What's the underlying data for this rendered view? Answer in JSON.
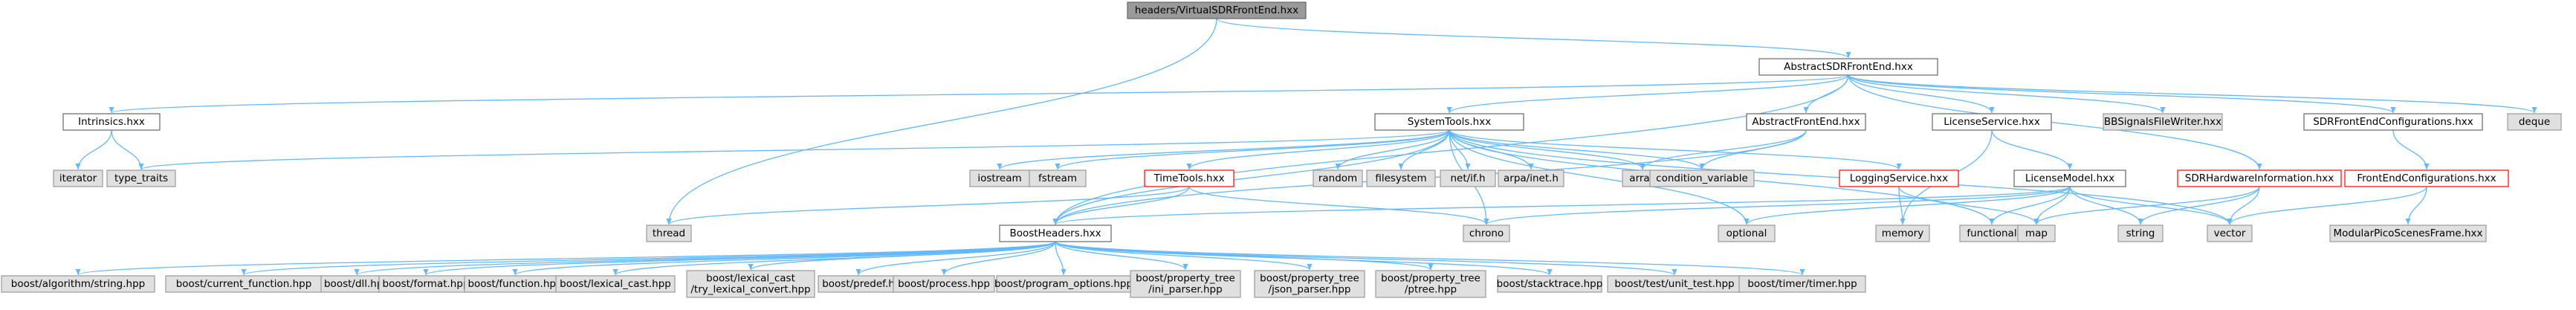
{
  "colors": {
    "root_fill": "#9a9a9a",
    "root_border": "#666666",
    "header_fill": "#ffffff",
    "header_border": "#666666",
    "system_fill": "#e0e0e0",
    "system_border": "#999999",
    "truncated_fill": "#ffffff",
    "truncated_border": "#ff0000",
    "edge": "#63b8ff"
  },
  "nodes": [
    {
      "id": "root",
      "label": "headers/VirtualSDRFrontEnd.hxx",
      "kind": "root"
    },
    {
      "id": "abstract_sdr",
      "label": "AbstractSDRFrontEnd.hxx",
      "kind": "header"
    },
    {
      "id": "intrinsics",
      "label": "Intrinsics.hxx",
      "kind": "header"
    },
    {
      "id": "systemtools",
      "label": "SystemTools.hxx",
      "kind": "header"
    },
    {
      "id": "abstract_fe",
      "label": "AbstractFrontEnd.hxx",
      "kind": "header"
    },
    {
      "id": "licenseservice",
      "label": "LicenseService.hxx",
      "kind": "header"
    },
    {
      "id": "bbsignals",
      "label": "BBSignalsFileWriter.hxx",
      "kind": "system"
    },
    {
      "id": "sdrfeconf",
      "label": "SDRFrontEndConfigurations.hxx",
      "kind": "header"
    },
    {
      "id": "deque",
      "label": "deque",
      "kind": "system"
    },
    {
      "id": "iterator",
      "label": "iterator",
      "kind": "system"
    },
    {
      "id": "type_traits",
      "label": "type_traits",
      "kind": "system"
    },
    {
      "id": "iostream",
      "label": "iostream",
      "kind": "system"
    },
    {
      "id": "fstream",
      "label": "fstream",
      "kind": "system"
    },
    {
      "id": "timetools",
      "label": "TimeTools.hxx",
      "kind": "truncated"
    },
    {
      "id": "random",
      "label": "random",
      "kind": "system"
    },
    {
      "id": "filesystem",
      "label": "filesystem",
      "kind": "system"
    },
    {
      "id": "netif",
      "label": "net/if.h",
      "kind": "system"
    },
    {
      "id": "arpainet",
      "label": "arpa/inet.h",
      "kind": "system"
    },
    {
      "id": "array",
      "label": "array",
      "kind": "system"
    },
    {
      "id": "condvar",
      "label": "condition_variable",
      "kind": "system"
    },
    {
      "id": "loggingservice",
      "label": "LoggingService.hxx",
      "kind": "truncated"
    },
    {
      "id": "licensemodel",
      "label": "LicenseModel.hxx",
      "kind": "header"
    },
    {
      "id": "sdrhwinfo",
      "label": "SDRHardwareInformation.hxx",
      "kind": "truncated"
    },
    {
      "id": "feconf",
      "label": "FrontEndConfigurations.hxx",
      "kind": "truncated"
    },
    {
      "id": "thread",
      "label": "thread",
      "kind": "system"
    },
    {
      "id": "boostheaders",
      "label": "BoostHeaders.hxx",
      "kind": "header"
    },
    {
      "id": "chrono",
      "label": "chrono",
      "kind": "system"
    },
    {
      "id": "optional",
      "label": "optional",
      "kind": "system"
    },
    {
      "id": "memory",
      "label": "memory",
      "kind": "system"
    },
    {
      "id": "functional",
      "label": "functional",
      "kind": "system"
    },
    {
      "id": "map",
      "label": "map",
      "kind": "system"
    },
    {
      "id": "string",
      "label": "string",
      "kind": "system"
    },
    {
      "id": "vector",
      "label": "vector",
      "kind": "system"
    },
    {
      "id": "modpico",
      "label": "ModularPicoScenesFrame.hxx",
      "kind": "system"
    },
    {
      "id": "b_algo",
      "label": "boost/algorithm/string.hpp",
      "kind": "system"
    },
    {
      "id": "b_curfn",
      "label": "boost/current_function.hpp",
      "kind": "system"
    },
    {
      "id": "b_dll",
      "label": "boost/dll.hpp",
      "kind": "system"
    },
    {
      "id": "b_format",
      "label": "boost/format.hpp",
      "kind": "system"
    },
    {
      "id": "b_function",
      "label": "boost/function.hpp",
      "kind": "system"
    },
    {
      "id": "b_lexcast",
      "label": "boost/lexical_cast.hpp",
      "kind": "system"
    },
    {
      "id": "b_trylex",
      "label": [
        "boost/lexical_cast",
        "/try_lexical_convert.hpp"
      ],
      "kind": "system"
    },
    {
      "id": "b_predef",
      "label": "boost/predef.h",
      "kind": "system"
    },
    {
      "id": "b_process",
      "label": "boost/process.hpp",
      "kind": "system"
    },
    {
      "id": "b_progopt",
      "label": "boost/program_options.hpp",
      "kind": "system"
    },
    {
      "id": "b_ini",
      "label": [
        "boost/property_tree",
        "/ini_parser.hpp"
      ],
      "kind": "system"
    },
    {
      "id": "b_json",
      "label": [
        "boost/property_tree",
        "/json_parser.hpp"
      ],
      "kind": "system"
    },
    {
      "id": "b_ptree",
      "label": [
        "boost/property_tree",
        "/ptree.hpp"
      ],
      "kind": "system"
    },
    {
      "id": "b_stack",
      "label": "boost/stacktrace.hpp",
      "kind": "system"
    },
    {
      "id": "b_unittest",
      "label": "boost/test/unit_test.hpp",
      "kind": "system"
    },
    {
      "id": "b_timer",
      "label": "boost/timer/timer.hpp",
      "kind": "system"
    }
  ],
  "edges": [
    [
      "root",
      "abstract_sdr"
    ],
    [
      "root",
      "thread"
    ],
    [
      "abstract_sdr",
      "intrinsics"
    ],
    [
      "abstract_sdr",
      "systemtools"
    ],
    [
      "abstract_sdr",
      "abstract_fe"
    ],
    [
      "abstract_sdr",
      "licenseservice"
    ],
    [
      "abstract_sdr",
      "bbsignals"
    ],
    [
      "abstract_sdr",
      "sdrfeconf"
    ],
    [
      "abstract_sdr",
      "deque"
    ],
    [
      "abstract_sdr",
      "sdrhwinfo"
    ],
    [
      "abstract_sdr",
      "boostheaders"
    ],
    [
      "intrinsics",
      "iterator"
    ],
    [
      "intrinsics",
      "type_traits"
    ],
    [
      "systemtools",
      "type_traits"
    ],
    [
      "systemtools",
      "iostream"
    ],
    [
      "systemtools",
      "fstream"
    ],
    [
      "systemtools",
      "timetools"
    ],
    [
      "systemtools",
      "random"
    ],
    [
      "systemtools",
      "filesystem"
    ],
    [
      "systemtools",
      "netif"
    ],
    [
      "systemtools",
      "arpainet"
    ],
    [
      "systemtools",
      "array"
    ],
    [
      "systemtools",
      "condvar"
    ],
    [
      "systemtools",
      "loggingservice"
    ],
    [
      "systemtools",
      "boostheaders"
    ],
    [
      "systemtools",
      "chrono"
    ],
    [
      "systemtools",
      "optional"
    ],
    [
      "systemtools",
      "functional"
    ],
    [
      "systemtools",
      "vector"
    ],
    [
      "abstract_fe",
      "array"
    ],
    [
      "abstract_fe",
      "condvar"
    ],
    [
      "abstract_fe",
      "boostheaders"
    ],
    [
      "licenseservice",
      "licensemodel"
    ],
    [
      "licenseservice",
      "memory"
    ],
    [
      "licensemodel",
      "boostheaders"
    ],
    [
      "licensemodel",
      "optional"
    ],
    [
      "licensemodel",
      "functional"
    ],
    [
      "licensemodel",
      "map"
    ],
    [
      "licensemodel",
      "string"
    ],
    [
      "licensemodel",
      "vector"
    ],
    [
      "licensemodel",
      "chrono"
    ],
    [
      "loggingservice",
      "memory"
    ],
    [
      "loggingservice",
      "map"
    ],
    [
      "sdrhwinfo",
      "map"
    ],
    [
      "sdrhwinfo",
      "string"
    ],
    [
      "sdrhwinfo",
      "vector"
    ],
    [
      "sdrfeconf",
      "feconf"
    ],
    [
      "feconf",
      "vector"
    ],
    [
      "feconf",
      "modpico"
    ],
    [
      "timetools",
      "thread"
    ],
    [
      "timetools",
      "boostheaders"
    ],
    [
      "timetools",
      "chrono"
    ],
    [
      "boostheaders",
      "b_algo"
    ],
    [
      "boostheaders",
      "b_curfn"
    ],
    [
      "boostheaders",
      "b_dll"
    ],
    [
      "boostheaders",
      "b_format"
    ],
    [
      "boostheaders",
      "b_function"
    ],
    [
      "boostheaders",
      "b_lexcast"
    ],
    [
      "boostheaders",
      "b_trylex"
    ],
    [
      "boostheaders",
      "b_predef"
    ],
    [
      "boostheaders",
      "b_process"
    ],
    [
      "boostheaders",
      "b_progopt"
    ],
    [
      "boostheaders",
      "b_ini"
    ],
    [
      "boostheaders",
      "b_json"
    ],
    [
      "boostheaders",
      "b_ptree"
    ],
    [
      "boostheaders",
      "b_stack"
    ],
    [
      "boostheaders",
      "b_unittest"
    ],
    [
      "boostheaders",
      "b_timer"
    ]
  ]
}
